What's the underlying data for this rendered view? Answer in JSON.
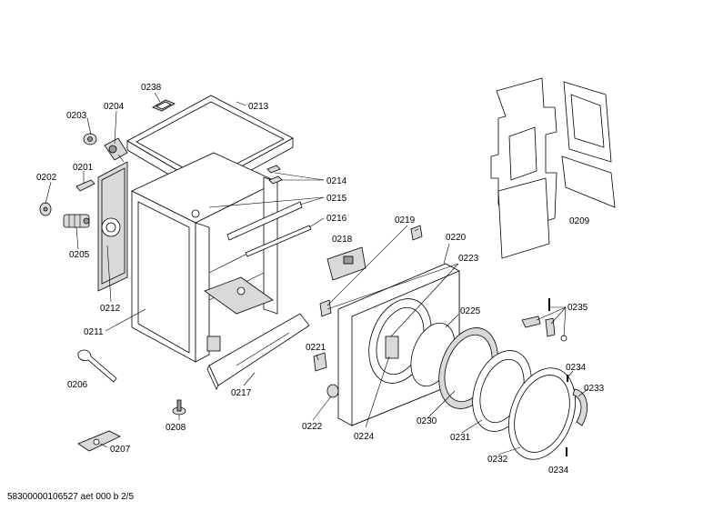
{
  "diagram": {
    "labels": {
      "p0238": "0238",
      "p0213": "0213",
      "p0203": "0203",
      "p0204": "0204",
      "p0201": "0201",
      "p0202": "0202",
      "p0205": "0205",
      "p0212": "0212",
      "p0211": "0211",
      "p0214": "0214",
      "p0215": "0215",
      "p0216": "0216",
      "p0206": "0206",
      "p0217": "0217",
      "p0208": "0208",
      "p0207": "0207",
      "p0218": "0218",
      "p0219": "0219",
      "p0220": "0220",
      "p0223": "0223",
      "p0225": "0225",
      "p0221": "0221",
      "p0222": "0222",
      "p0224": "0224",
      "p0230": "0230",
      "p0231": "0231",
      "p0232": "0232",
      "p0235": "0235",
      "p0234a": "0234",
      "p0233": "0233",
      "p0234b": "0234",
      "p0209": "0209"
    },
    "footer": "58300000106527 aet 000 b 2/5"
  }
}
